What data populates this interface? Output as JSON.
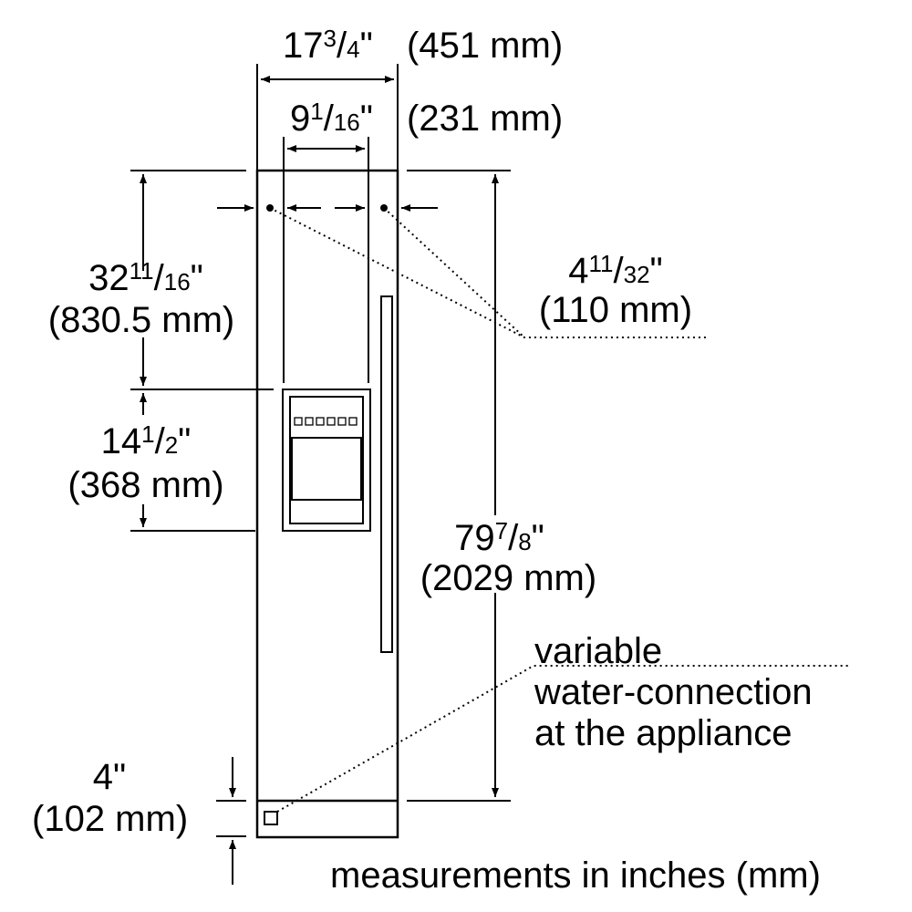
{
  "dimensions": {
    "total_width": {
      "whole": "17",
      "num": "3",
      "den": "4",
      "inch_mark": "\"",
      "metric": "(451 mm)"
    },
    "inner_width": {
      "whole": "9",
      "num": "1",
      "den": "16",
      "inch_mark": "\"",
      "metric": "(231 mm)"
    },
    "upper_height": {
      "whole": "32",
      "num": "11",
      "den": "16",
      "inch_mark": "\"",
      "metric": "(830.5 mm)"
    },
    "dispenser_height": {
      "whole": "14",
      "num": "1",
      "den": "2",
      "inch_mark": "\"",
      "metric": "(368 mm)"
    },
    "hinge_offset": {
      "whole": "4",
      "num": "11",
      "den": "32",
      "inch_mark": "\"",
      "metric": "(110 mm)"
    },
    "total_height": {
      "whole": "79",
      "num": "7",
      "den": "8",
      "inch_mark": "\"",
      "metric": "(2029 mm)"
    },
    "base_height": {
      "imperial": "4\"",
      "metric": "(102 mm)"
    }
  },
  "notes": {
    "water_line1": "variable",
    "water_line2": "water-connection",
    "water_line3": "at the appliance",
    "footer": "measurements in inches (mm)"
  },
  "dispenser_buttons": 6
}
